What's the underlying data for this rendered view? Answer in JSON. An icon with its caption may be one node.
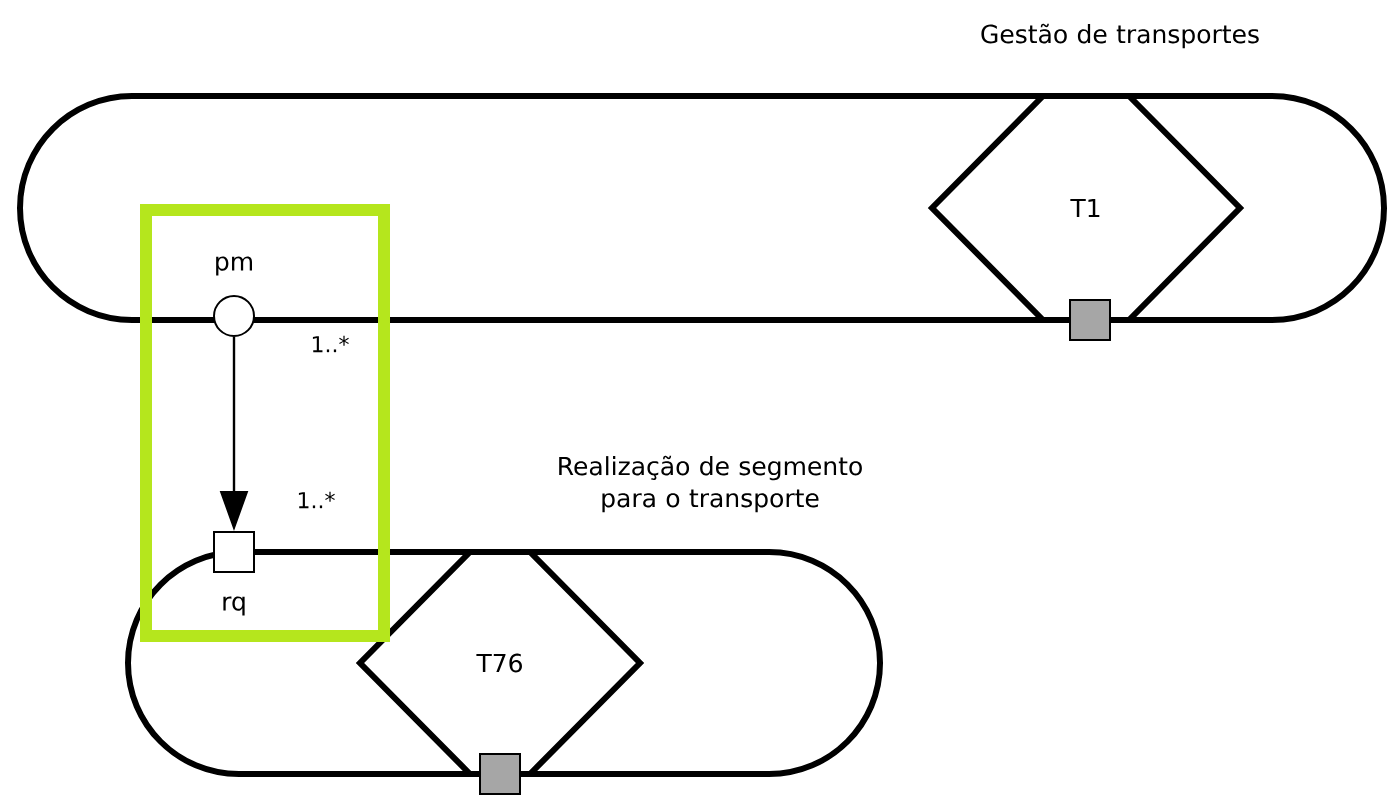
{
  "diagram": {
    "nodes": [
      {
        "text": [
          "Gestão de transportes"
        ]
      },
      {
        "text": [
          "T1"
        ],
        "in": 0
      },
      {
        "text": [],
        "shape": "box"
      },
      {
        "text": [
          "pm"
        ],
        "beside": [
          "1..*"
        ]
      },
      {
        "text": [
          "Realização de segmento para o transporte"
        ]
      },
      {
        "text": [
          "T76"
        ],
        "in": 4
      },
      {
        "text": [],
        "shape": "box"
      },
      {
        "text": [
          "rq"
        ],
        "beside": [
          "1..*"
        ]
      }
    ],
    "edges": [
      {
        "from": 3,
        "to": 7,
        "arrow": "to"
      }
    ]
  }
}
